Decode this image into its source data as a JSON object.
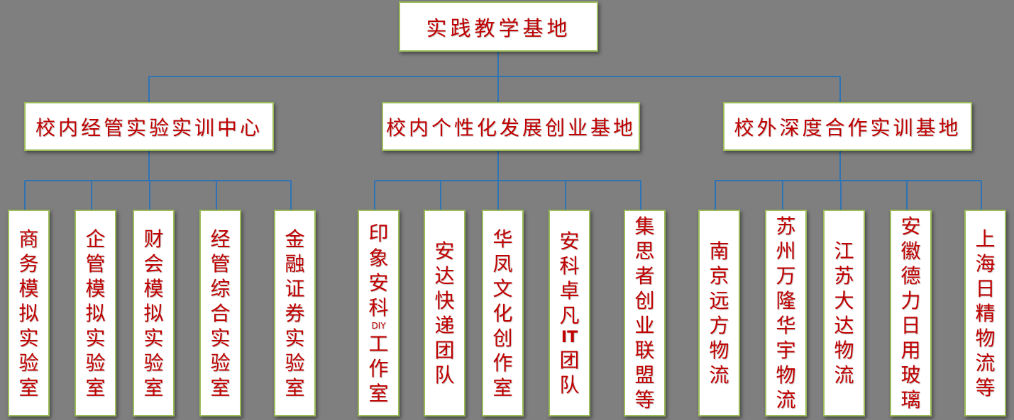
{
  "root": {
    "label": "实践教学基地"
  },
  "branches": [
    {
      "label": "校内经管实验实训中心",
      "children": [
        {
          "label": "商务模拟实验室"
        },
        {
          "label": "企管模拟实验室"
        },
        {
          "label": "财会模拟实验室"
        },
        {
          "label": "经管综合实验室"
        },
        {
          "label": "金融证券实验室"
        }
      ]
    },
    {
      "label": "校内个性化发展创业基地",
      "children": [
        {
          "label": "印象安科DIY工作室"
        },
        {
          "label": "安达快递团队"
        },
        {
          "label": "华凤文化创作室"
        },
        {
          "label": "安科卓凡IT团队"
        },
        {
          "label": "集思者创业联盟等"
        }
      ]
    },
    {
      "label": "校外深度合作实训基地",
      "children": [
        {
          "label": "南京远方物流"
        },
        {
          "label": "苏州万隆华宇物流"
        },
        {
          "label": "江苏大达物流"
        },
        {
          "label": "安徽德力日用玻璃"
        },
        {
          "label": "上海日精物流等"
        }
      ]
    }
  ],
  "colors": {
    "background": "#7f7f7f",
    "connector": "#2e74b5",
    "node_border": "#9bbb59",
    "node_fill": "#ffffff",
    "text": "#c00000"
  }
}
